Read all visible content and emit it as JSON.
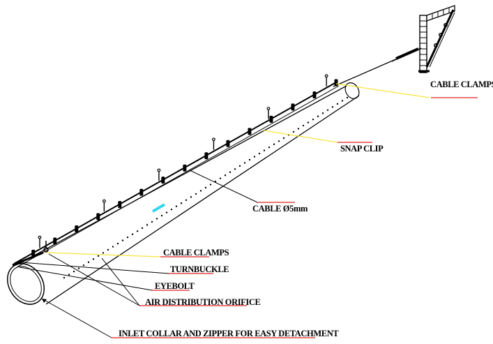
{
  "diagram": {
    "labels": {
      "cable_clamps_top": "CABLE CLAMPS",
      "snap_clip": "SNAP CLIP",
      "cable": "CABLE Ø5mm",
      "cable_clamps_bottom": "CABLE CLAMPS",
      "turnbuckle": "TURNBUCKLE",
      "eyebolt": "EYEBOLT",
      "air_orifice": "AIR DISTRIBUTION ORIFICE",
      "inlet_collar": "INLET COLLAR AND ZIPPER FOR EASY DETACHMENT"
    },
    "colors": {
      "line": "#000000",
      "leader_yellow": "#f5e63b",
      "underline_red": "#e02020",
      "highlight_cyan": "#35d6f0"
    }
  }
}
